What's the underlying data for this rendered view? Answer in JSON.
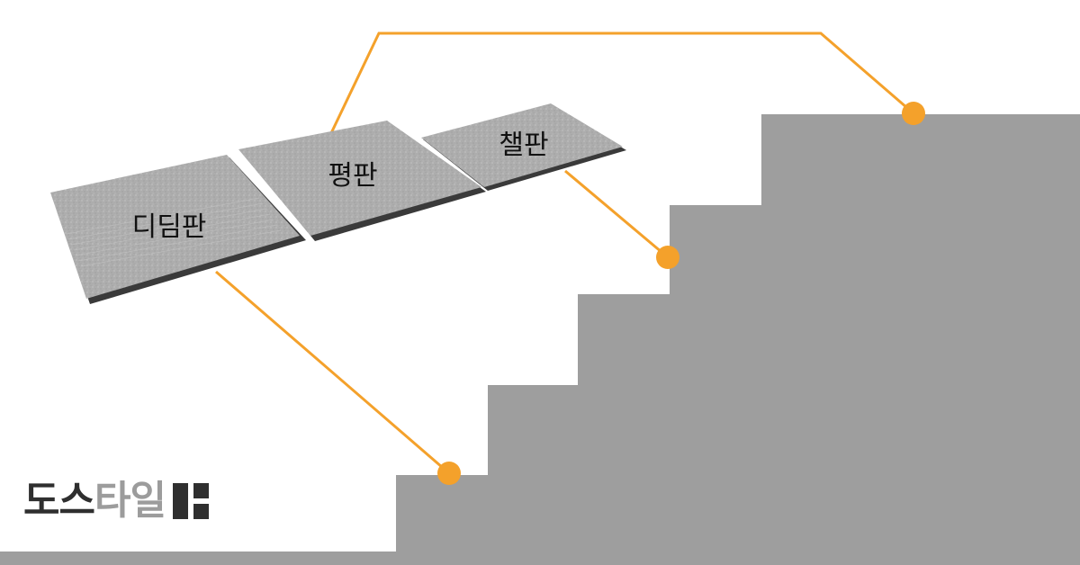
{
  "slabs": [
    {
      "label": "디딤판"
    },
    {
      "label": "평판"
    },
    {
      "label": "챌판"
    }
  ],
  "logo": {
    "part1": "도스",
    "part2": "타일"
  },
  "colors": {
    "staircase": "#9e9e9e",
    "slab_fill": "#a9a9a9",
    "slab_edge": "#3a3a3a",
    "connector": "#f4a12b",
    "logo_dark": "#2f2f2f",
    "logo_gray": "#9c9c9c"
  }
}
